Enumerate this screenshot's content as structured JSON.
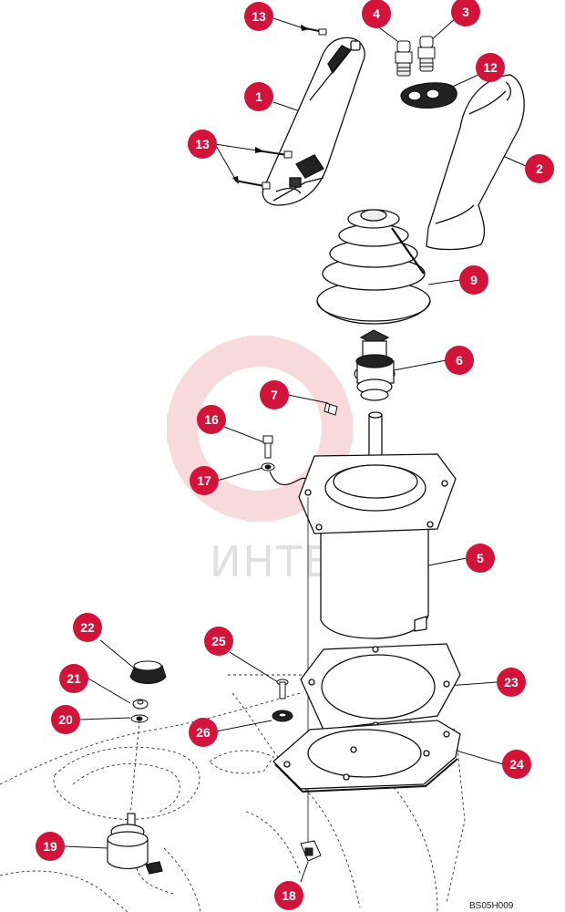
{
  "drawing_code": "BS05H009",
  "watermark": "ИНТЕХ",
  "callout_color": "#d2143a",
  "callouts": [
    "13",
    "4",
    "3",
    "12",
    "1",
    "2",
    "13",
    "9",
    "6",
    "7",
    "16",
    "17",
    "5",
    "22",
    "25",
    "21",
    "23",
    "20",
    "26",
    "24",
    "19",
    "18"
  ]
}
